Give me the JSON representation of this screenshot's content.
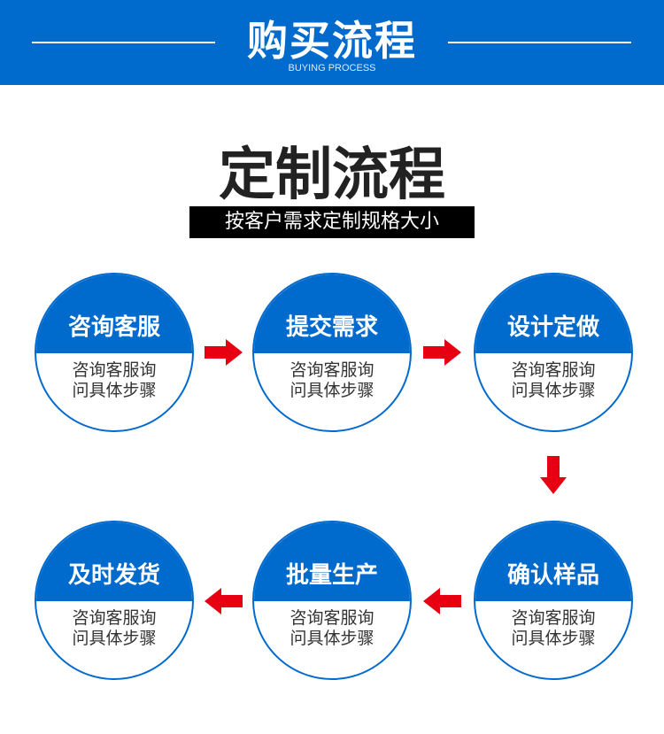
{
  "banner": {
    "title": "购买流程",
    "subtitle": "BUYING PROCESS"
  },
  "section": {
    "title": "定制流程",
    "tagline": "按客户需求定制规格大小"
  },
  "steps": [
    {
      "title": "咨询客服",
      "desc1": "咨询客服询",
      "desc2": "问具体步骤"
    },
    {
      "title": "提交需求",
      "desc1": "咨询客服询",
      "desc2": "问具体步骤"
    },
    {
      "title": "设计定做",
      "desc1": "咨询客服询",
      "desc2": "问具体步骤"
    },
    {
      "title": "确认样品",
      "desc1": "咨询客服询",
      "desc2": "问具体步骤"
    },
    {
      "title": "批量生产",
      "desc1": "咨询客服询",
      "desc2": "问具体步骤"
    },
    {
      "title": "及时发货",
      "desc1": "咨询客服询",
      "desc2": "问具体步骤"
    }
  ],
  "colors": {
    "brand": "#016bcd",
    "arrow": "#e60012"
  }
}
